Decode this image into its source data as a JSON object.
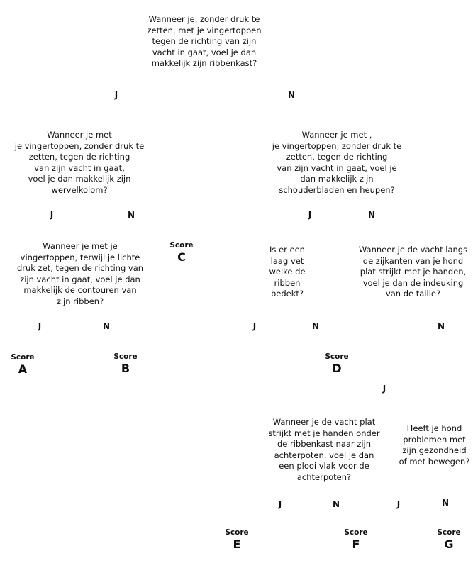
{
  "questions": {
    "q1": "Wanneer je, zonder druk te\nzetten, met je vingertoppen\ntegen de richting van zijn\nvacht in gaat, voel je dan\nmakkelijk zijn ribbenkast?",
    "q2": "Wanneer je met\nje vingertoppen, zonder druk te\nzetten, tegen de richting\nvan zijn vacht in gaat,\nvoel je dan makkelijk zijn\nwervelkolom?",
    "q3": "Wanneer je met ,\nje vingertoppen, zonder druk te\nzetten, tegen de richting\nvan zijn vacht in gaat, voel je\ndan makkelijk zijn\nschouderbladen en heupen?",
    "q4": "Wanneer je met je\nvingertoppen, terwijl je lichte\ndruk zet, tegen de richting van\nzijn vacht in gaat, voel je dan\nmakkelijk de contouren van\nzijn ribben?",
    "q5": "Is er een\nlaag vet\nwelke de\nribben\nbedekt?",
    "q6": "Wanneer je de vacht langs\nde zijkanten van je hond\nplat strijkt met je handen,\nvoel je dan de indeuking\nvan de taille?",
    "q7": "Wanneer je de vacht plat\nstrijkt met je handen onder\nde ribbenkast naar zijn\nachterpoten, voel je dan\neen plooi vlak voor de\nachterpoten?",
    "q8": "Heeft je hond\nproblemen met\nzijn gezondheid\nof met bewegen?"
  },
  "answers": {
    "yes": "J",
    "no": "N"
  },
  "score_label": "Score",
  "scores": {
    "a": "A",
    "b": "B",
    "c": "C",
    "d": "D",
    "e": "E",
    "f": "F",
    "g": "G"
  }
}
